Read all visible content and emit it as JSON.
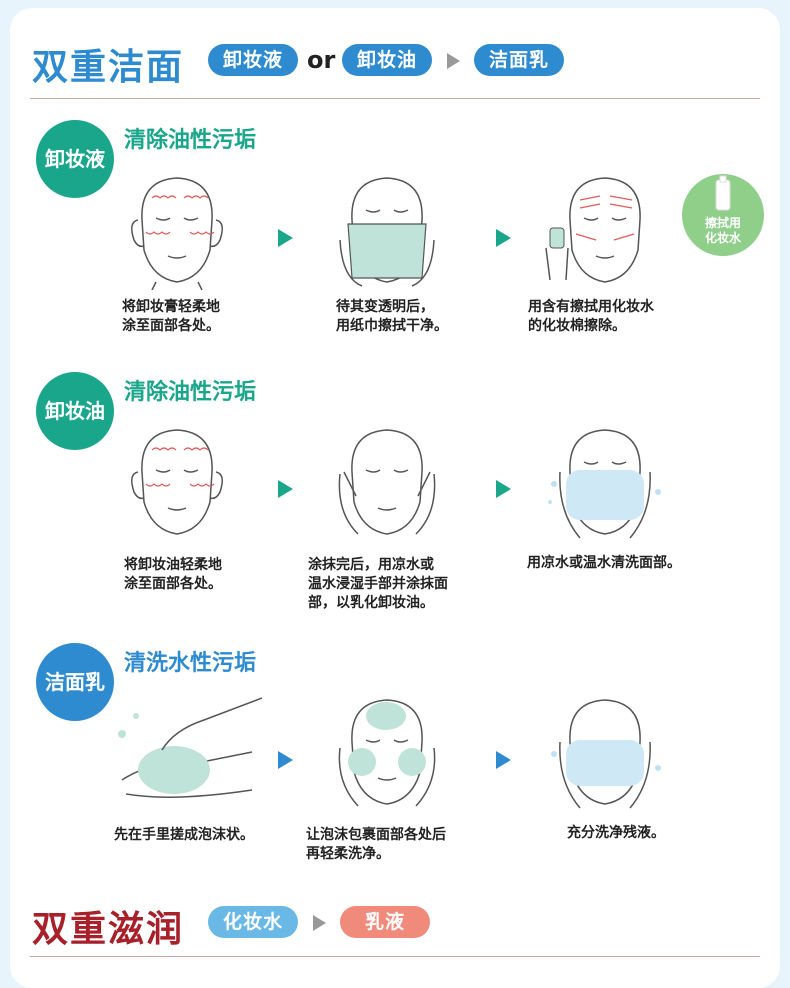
{
  "header": {
    "title": "双重洁面",
    "pill_1": "卸妆液",
    "or_text": "or",
    "pill_2": "卸妆油",
    "pill_3": "洁面乳"
  },
  "sections": [
    {
      "badge": "卸妆液",
      "title": "清除油性污垢",
      "steps": [
        "将卸妆膏轻柔地\n涂至面部各处。",
        "待其变透明后，\n用纸巾擦拭干净。",
        "用含有擦拭用化妆水\n的化妆棉擦除。"
      ],
      "side_badge": "擦拭用\n化妆水"
    },
    {
      "badge": "卸妆油",
      "title": "清除油性污垢",
      "steps": [
        "将卸妆油轻柔地\n涂至面部各处。",
        "涂抹完后，用凉水或\n温水浸湿手部并涂抹面\n部，以乳化卸妆油。",
        "用凉水或温水清洗面部。"
      ]
    },
    {
      "badge": "洁面乳",
      "title": "清洗水性污垢",
      "steps": [
        "先在手里搓成泡沫状。",
        "让泡沫包裹面部各处后\n再轻柔洗净。",
        "充分洗净残液。"
      ]
    }
  ],
  "footer": {
    "title": "双重滋润",
    "pill_1": "化妆水",
    "pill_2": "乳液"
  },
  "colors": {
    "blue": "#2e8bd0",
    "green": "#1aa68a",
    "dark_red": "#a8202a",
    "light_blue": "#6ab8e6",
    "salmon": "#f08a7a",
    "badge_green": "#8fcf8a"
  }
}
